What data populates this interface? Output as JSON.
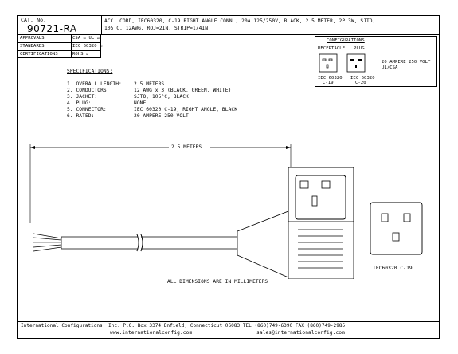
{
  "title_block": {
    "cat_label": "CAT. No.",
    "cat_number": "90721-RA",
    "description_line1": "ACC. CORD, IEC60320, C-19 RIGHT ANGLE CONN., 20A 125/250V, BLACK, 2.5 METER, 2P 3W, SJTO,",
    "description_line2": "105 C. 12AWG. ROJ=2IN. STRIP=1/4IN"
  },
  "approvals": {
    "rows": [
      {
        "label": "APPROVALS",
        "value": "CSA ☑ UL ☑"
      },
      {
        "label": "STANDARDS",
        "value": "IEC 60320 ☑"
      },
      {
        "label": "CERTIFICATIONS",
        "value": "ROHS ☑"
      }
    ]
  },
  "configurations": {
    "title": "CONFIGURATIONS",
    "receptacle_label": "RECEPTACLE",
    "plug_label": "PLUG",
    "rating": "20 AMPERE 250 VOLT",
    "approval": "UL/CSA",
    "receptacle_code": "IEC 60320",
    "receptacle_sub": "C-19",
    "plug_code": "IEC 60320",
    "plug_sub": "C-20"
  },
  "specifications": {
    "title": "SPECIFICATIONS:",
    "items": [
      {
        "key": "1. OVERALL LENGTH:",
        "value": "2.5 METERS"
      },
      {
        "key": "2. CONDUCTORS:",
        "value": "12 AWG x 3 (BLACK, GREEN, WHITE)"
      },
      {
        "key": "3. JACKET:",
        "value": "SJTO, 105°C, BLACK"
      },
      {
        "key": "4. PLUG:",
        "value": "NONE"
      },
      {
        "key": "5. CONNECTOR:",
        "value": "IEC 60320 C-19, RIGHT ANGLE, BLACK"
      },
      {
        "key": "6. RATED:",
        "value": "20 AMPERE 250 VOLT"
      }
    ]
  },
  "drawing": {
    "length_label": "2.5 METERS",
    "connector_label": "IEC60320 C-19",
    "dimensions_note": "ALL DIMENSIONS ARE IN MILLIMETERS"
  },
  "footer": {
    "line1": "International Configurations, Inc.   P.O. Box 3374   Enfield, Connecticut 06083   TEL (860)749-6390   FAX (860)749-2985",
    "website": "www.internationalconfig.com",
    "email": "sales@internationalconfig.com"
  }
}
